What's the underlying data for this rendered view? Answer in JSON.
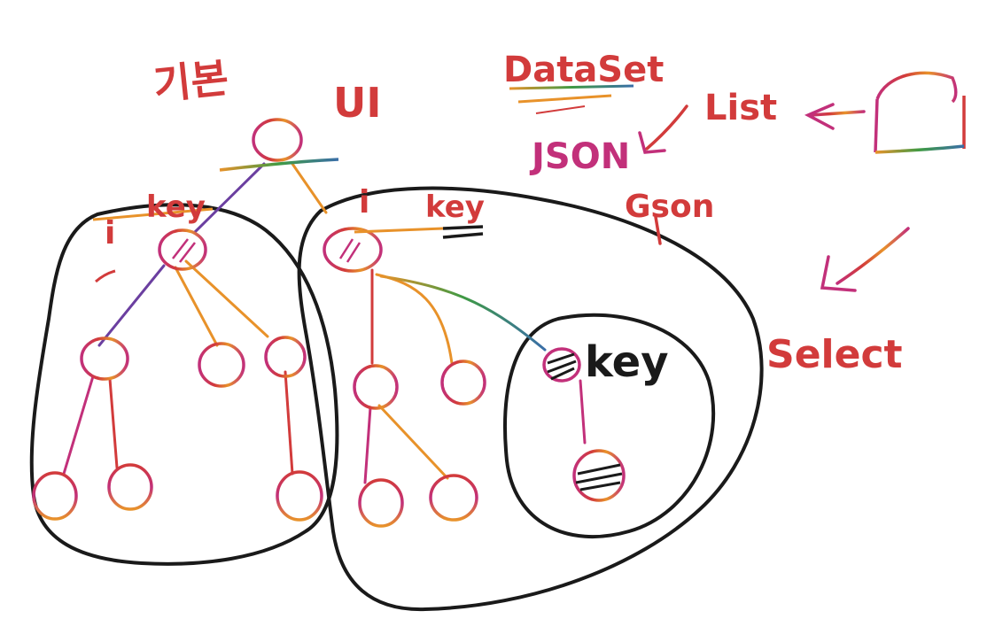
{
  "labels": {
    "basic": "기본",
    "ui": "UI",
    "dataset": "DataSet",
    "list": "List",
    "json": "JSON",
    "gson": "Gson",
    "select": "Select",
    "i_left": "i",
    "key_left": "key",
    "i_right": "i",
    "key_right": "key",
    "key_inner": "key"
  },
  "colors": {
    "ink_black": "#1a1a1a",
    "red": "#d23b3b",
    "orange": "#e8922a",
    "magenta": "#c2307a",
    "purple": "#6b3fa0",
    "green": "#3f9a44"
  }
}
